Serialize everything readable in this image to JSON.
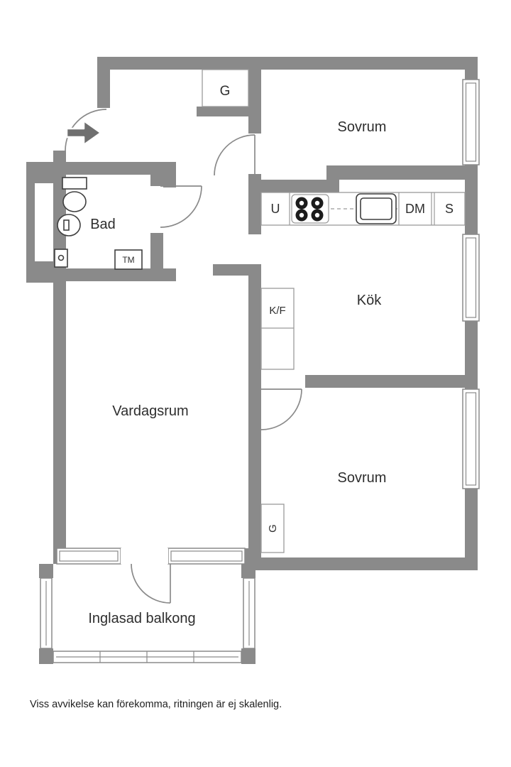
{
  "floorplan": {
    "rooms": {
      "bedroom_top": "Sovrum",
      "bedroom_bottom": "Sovrum",
      "bathroom": "Bad",
      "kitchen": "Kök",
      "living_room": "Vardagsrum",
      "balcony": "Inglasad balkong"
    },
    "fixtures": {
      "wardrobe_top": "G",
      "wardrobe_bottom": "G",
      "utility_cabinet": "U",
      "dishwasher": "DM",
      "pantry": "S",
      "washing_machine": "TM",
      "fridge_freezer": "K/F"
    },
    "disclaimer": "Viss avvikelse kan förekomma, ritningen är ej skalenlig.",
    "colors": {
      "wall": "#8a8a8a",
      "entrance_arrow": "#6f6f6f",
      "background": "#ffffff",
      "text": "#2e2e2e"
    }
  }
}
